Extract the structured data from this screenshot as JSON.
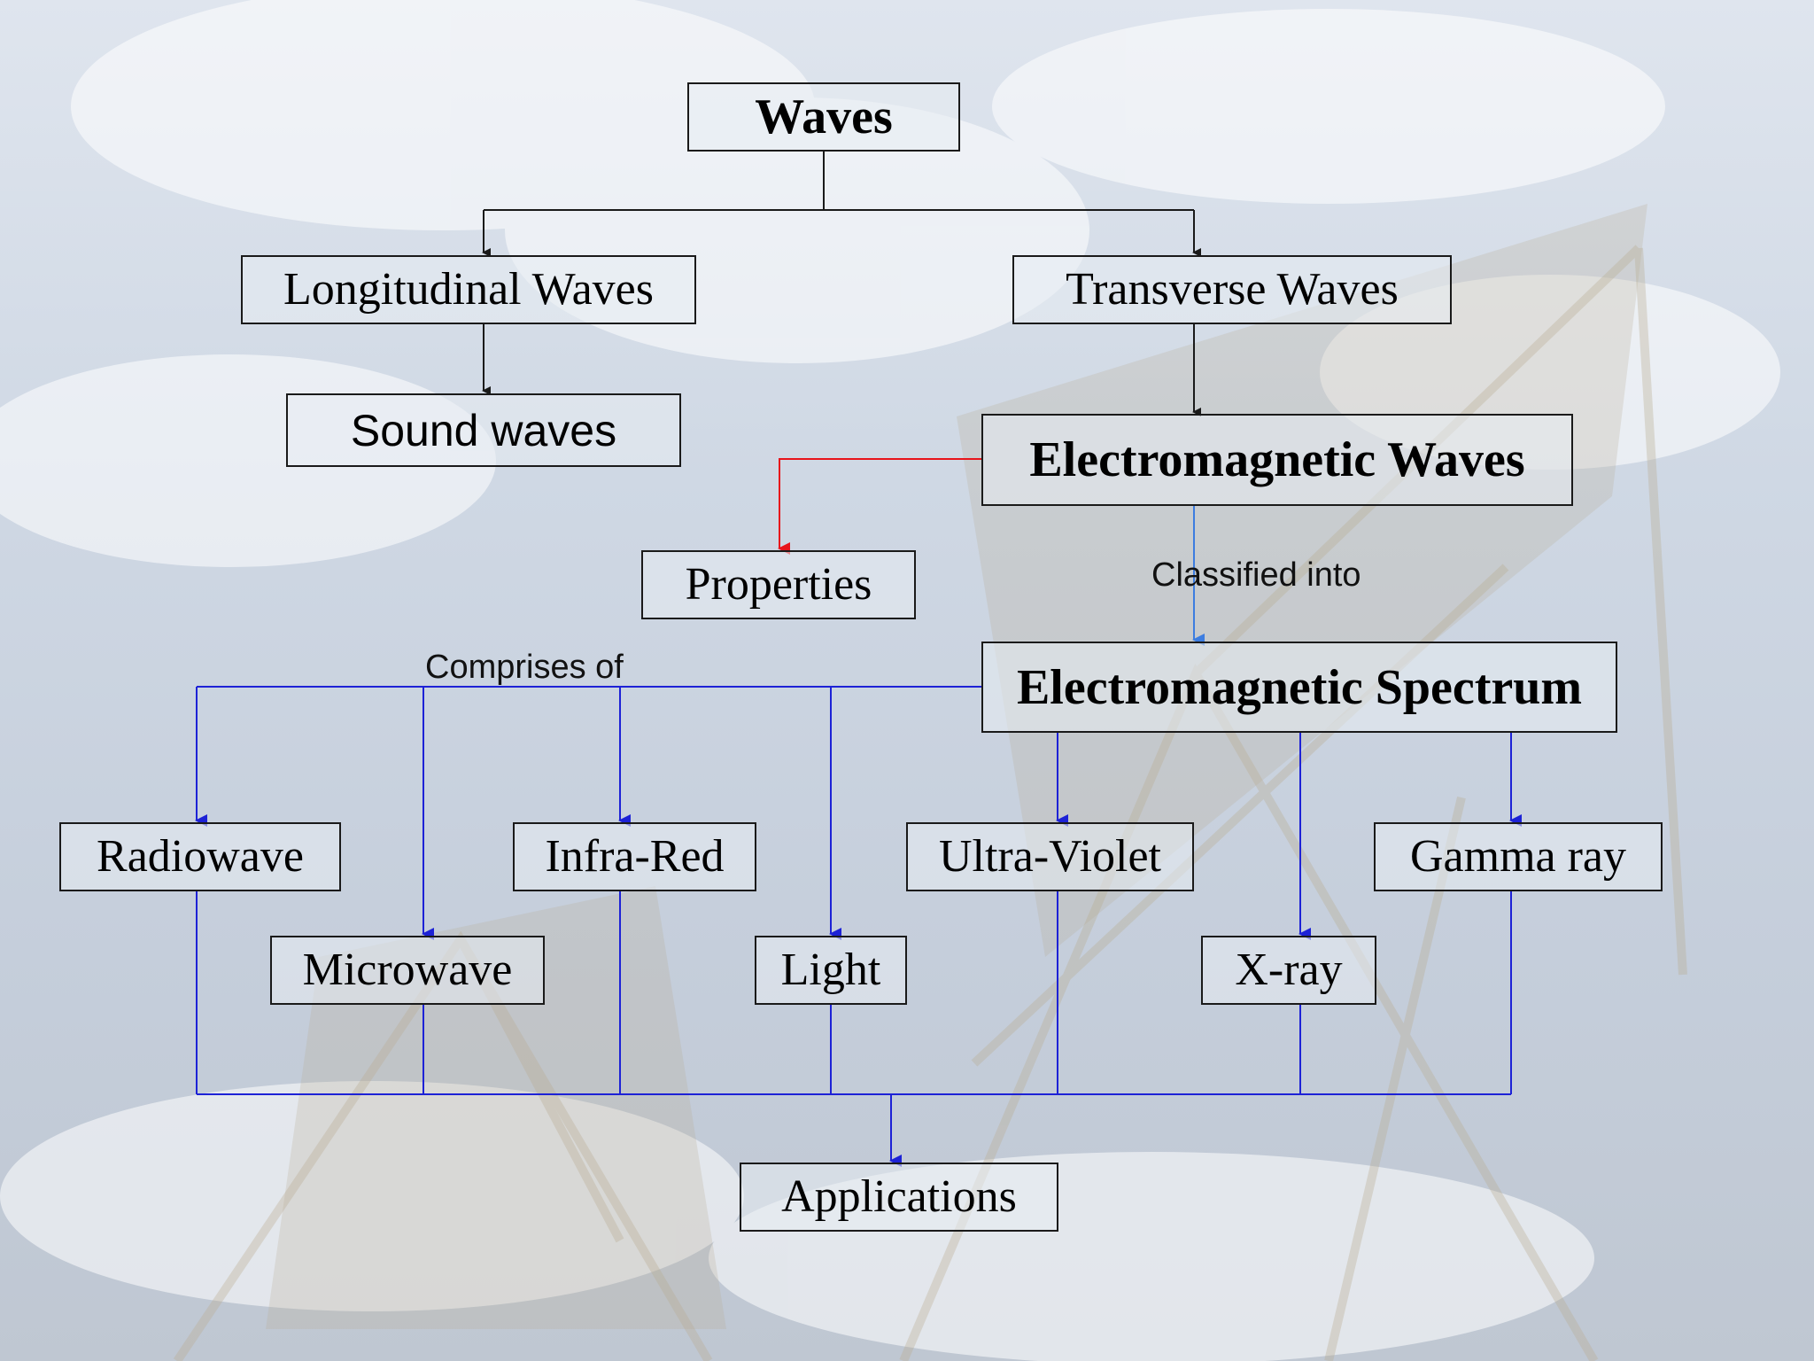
{
  "diagram": {
    "nodes": {
      "waves": "Waves",
      "longitudinal": "Longitudinal Waves",
      "transverse": "Transverse Waves",
      "sound": "Sound waves",
      "em_waves": "Electromagnetic Waves",
      "properties": "Properties",
      "em_spectrum": "Electromagnetic Spectrum",
      "radiowave": "Radiowave",
      "microwave": "Microwave",
      "infrared": "Infra-Red",
      "light": "Light",
      "ultraviolet": "Ultra-Violet",
      "xray": "X-ray",
      "gamma": "Gamma ray",
      "applications": "Applications"
    },
    "edge_labels": {
      "classified_into": "Classified into",
      "comprises_of": "Comprises of"
    },
    "colors": {
      "black_connector": "#1a1a1a",
      "red_connector": "#e8141b",
      "blue_connector": "#1d22d6",
      "light_blue_connector": "#3d7de0"
    }
  }
}
